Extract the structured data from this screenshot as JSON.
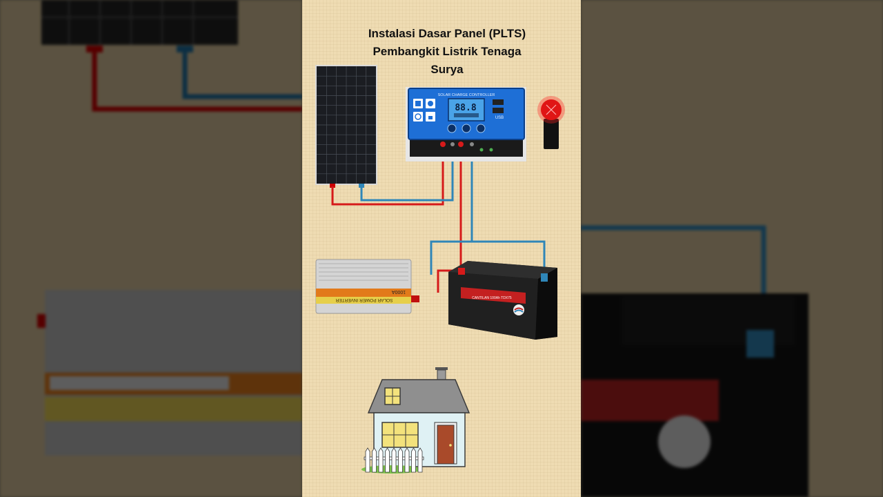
{
  "title": {
    "line1": "Instalasi Dasar Panel (PLTS)",
    "line2": "Pembangkit Listrik Tenaga",
    "line3": "Surya"
  },
  "controller": {
    "header": "SOLAR CHARGE CONTROLLER",
    "lcd_reading": "88.8",
    "usb_label": "USB"
  },
  "inverter": {
    "label_main": "SOLAR POWER INVERTER",
    "label_rating": "1000A"
  },
  "battery": {
    "label": "CANTILAN 100Ah TDX75"
  },
  "colors": {
    "positive_wire": "#d61a1a",
    "negative_wire": "#2f86b8",
    "background": "#efdcb3",
    "controller_face": "#1e6fd6"
  },
  "icons": {
    "indicator": "red-light-icon",
    "house": "house-icon"
  }
}
